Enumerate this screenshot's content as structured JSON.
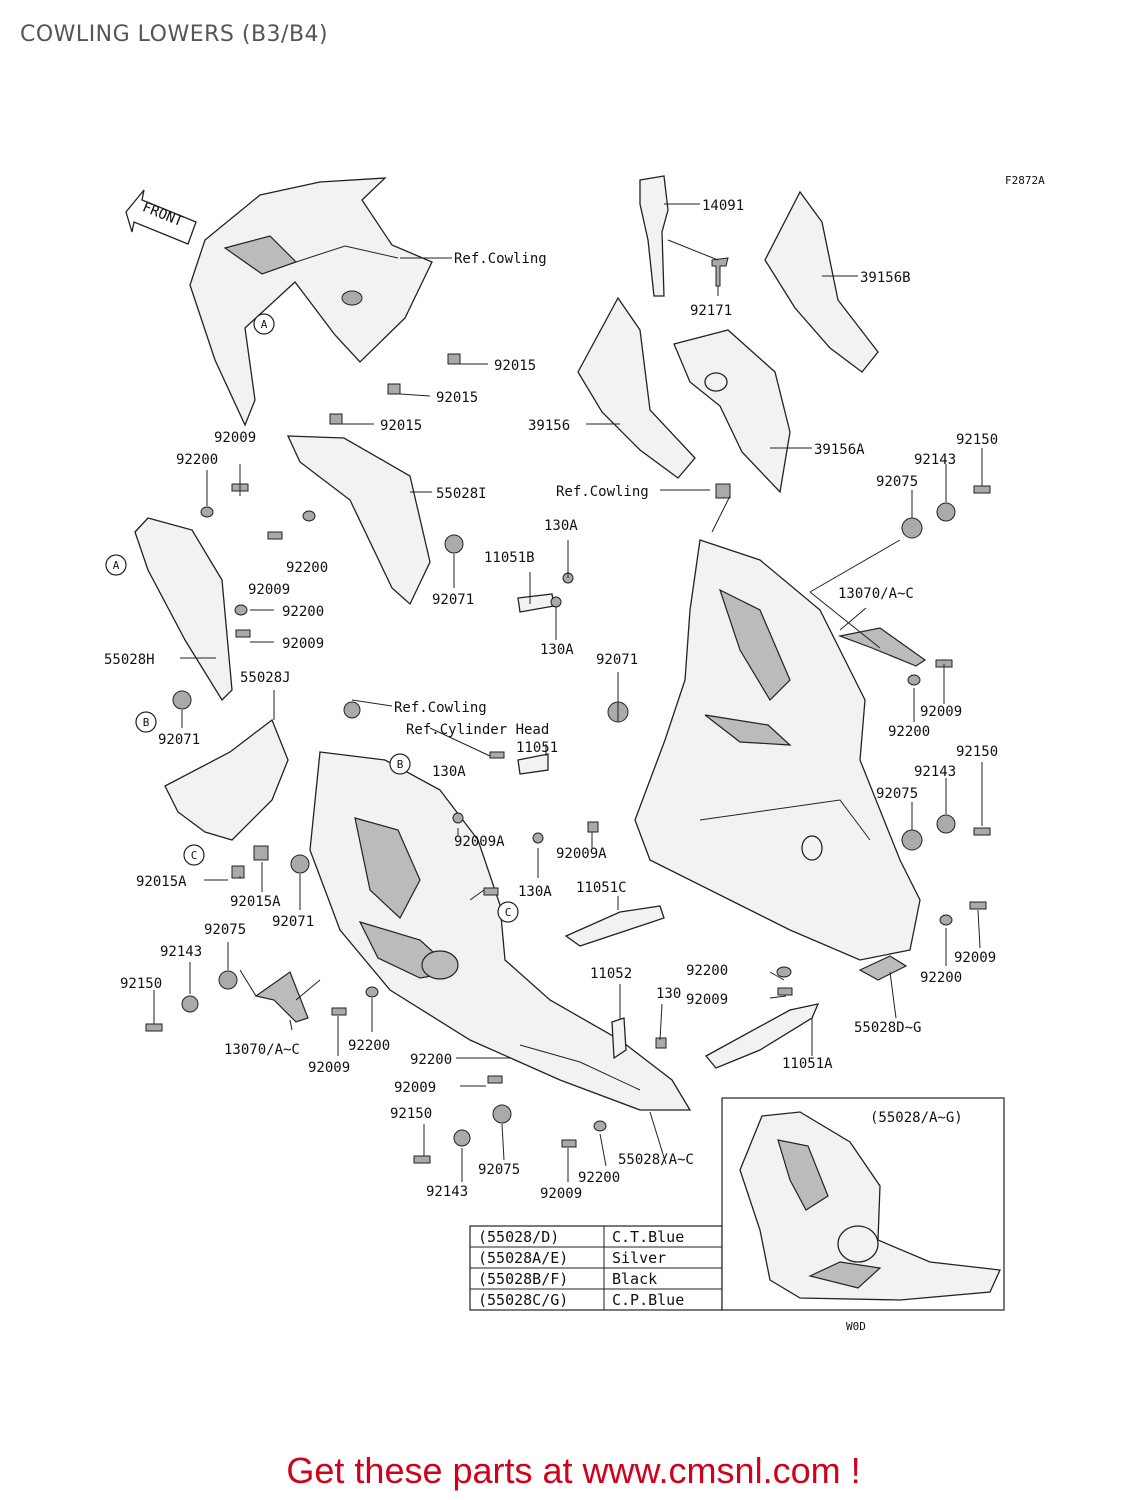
{
  "title": "COWLING LOWERS (B3/B4)",
  "figure_code": "F2872A",
  "front_label": "FRONT",
  "callouts": [
    "A",
    "A",
    "B",
    "B",
    "C",
    "C"
  ],
  "labels": {
    "ref_cowling": "Ref.Cowling",
    "ref_cylinder_head": "Ref.Cylinder Head",
    "p14091": "14091",
    "p92171": "92171",
    "p39156B": "39156B",
    "p39156": "39156",
    "p39156A": "39156A",
    "p92015": "92015",
    "p92009": "92009",
    "p92200": "92200",
    "p55028I": "55028I",
    "p55028H": "55028H",
    "p55028J": "55028J",
    "p92071": "92071",
    "p130A": "130A",
    "p11051B": "11051B",
    "p11051": "11051",
    "p92009A": "92009A",
    "p92015A": "92015A",
    "p11051C": "11051C",
    "p13070": "13070/A~C",
    "p92075": "92075",
    "p92143": "92143",
    "p92150": "92150",
    "p11052": "11052",
    "p130": "130",
    "p11051A": "11051A",
    "p55028DG": "55028D~G",
    "p55028AC": "55028/A~C",
    "inset_title": "(55028/A~G)",
    "inset_caption": "W0D"
  },
  "color_table": [
    {
      "part": "(55028/D)",
      "color": "C.T.Blue"
    },
    {
      "part": "(55028A/E)",
      "color": "Silver"
    },
    {
      "part": "(55028B/F)",
      "color": "Black"
    },
    {
      "part": "(55028C/G)",
      "color": "C.P.Blue"
    }
  ],
  "footer_cta": "Get these parts at www.cmsnl.com !",
  "colors": {
    "cta": "#d0021b",
    "title": "#555555"
  }
}
